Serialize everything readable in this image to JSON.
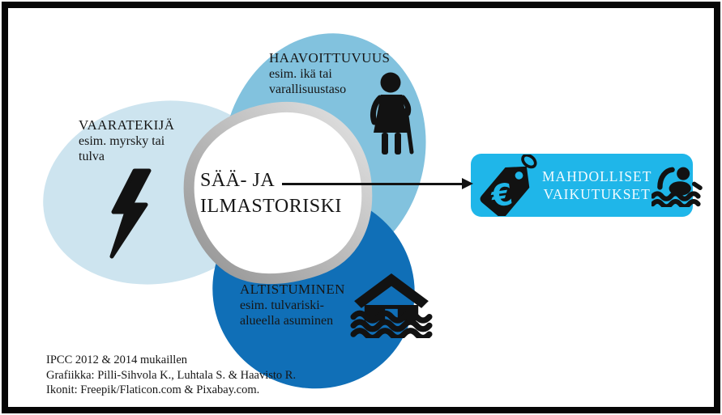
{
  "colors": {
    "hazard": "#cde4ef",
    "vulnerability": "#82c2de",
    "exposure": "#106fb7",
    "impacts": "#1fb6e9",
    "impacts_text": "#f2fbff",
    "text": "#161616",
    "icon": "#121212",
    "ring_light": "#e4e4e4",
    "ring_dark": "#929292"
  },
  "diagram": {
    "center": {
      "line1": "SÄÄ- JA",
      "line2": "ILMASTORISKI"
    },
    "hazard": {
      "title": "VAARATEKIJÄ",
      "desc1": "esim. myrsky tai",
      "desc2": "tulva",
      "icon": "lightning-bolt"
    },
    "vulnerability": {
      "title": "HAAVOITTUVUUS",
      "desc1": "esim. ikä tai",
      "desc2": "varallisuustaso",
      "icon": "elderly-person-with-cane"
    },
    "exposure": {
      "title": "ALTISTUMINEN",
      "desc1": "esim. tulvariski-",
      "desc2": "alueella asuminen",
      "icon": "flooded-house"
    },
    "impacts": {
      "line1": "MAHDOLLISET",
      "line2": "VAIKUTUKSET",
      "icon_left": "euro-price-tag",
      "icon_right": "drowning-person",
      "euro_symbol": "€"
    }
  },
  "footer": {
    "line1": "IPCC 2012 & 2014 mukaillen",
    "line2": "Grafiikka: Pilli-Sihvola K., Luhtala S. & Haavisto R.",
    "line3": "Ikonit: Freepik/Flaticon.com & Pixabay.com."
  }
}
